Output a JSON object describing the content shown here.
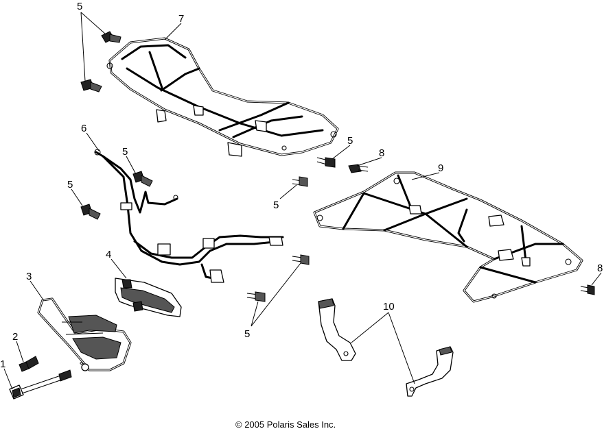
{
  "copyright": "© 2005 Polaris Sales Inc.",
  "callouts": {
    "c1": "1",
    "c2": "2",
    "c3": "3",
    "c4": "4",
    "c5_top": "5",
    "c5_left_upper": "5",
    "c5_left_lower": "5",
    "c5_mid_right": "5",
    "c5_mid_left": "5",
    "c5_bottom": "5",
    "c6": "6",
    "c7": "7",
    "c8_top": "8",
    "c8_right": "8",
    "c9": "9",
    "c10": "10"
  }
}
